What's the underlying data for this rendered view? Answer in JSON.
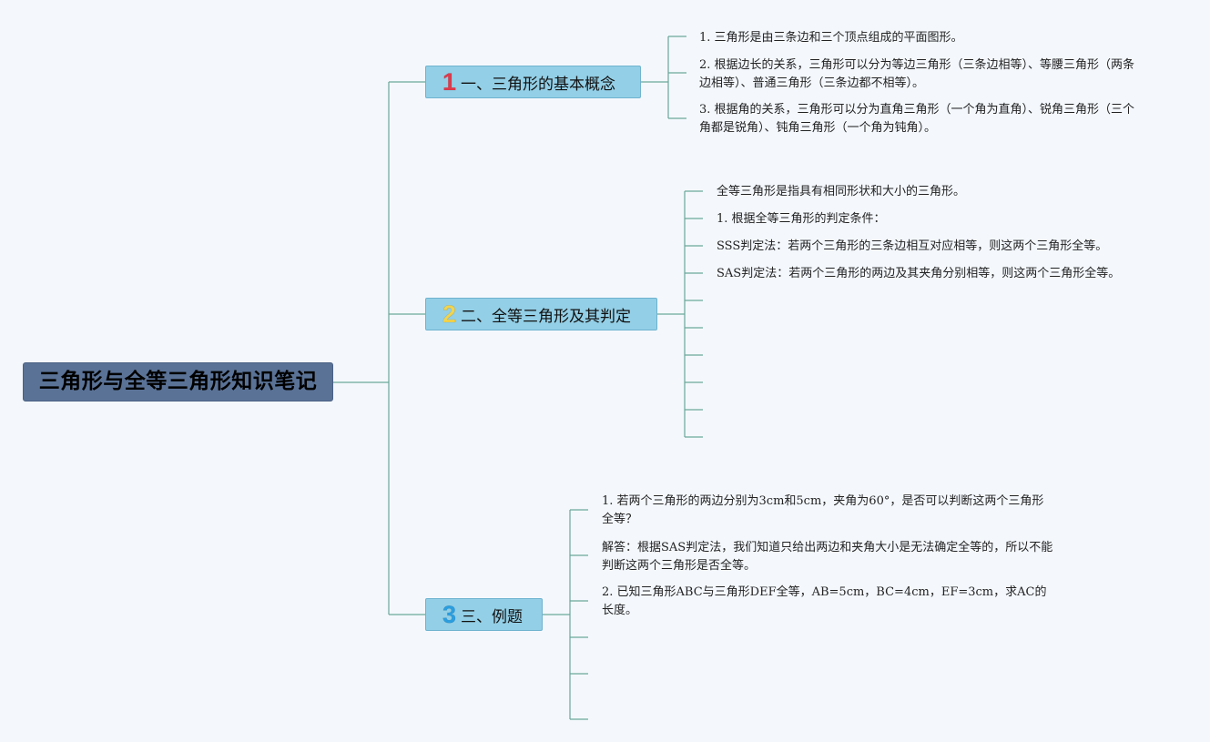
{
  "colors": {
    "background": "#f4f8fd",
    "root_fill": "#5a7296",
    "branch_fill": "#93cfe6",
    "connector": "#6aa79a",
    "num1": "#e03a4c",
    "num2": "#f2d44e",
    "num3": "#2a9ee0"
  },
  "root": {
    "label": "三角形与全等三角形知识笔记"
  },
  "branches": [
    {
      "num": "1",
      "label": "一、三角形的基本概念",
      "icon": "number-1-icon",
      "leaves": [
        "1. 三角形是由三条边和三个顶点组成的平面图形。",
        "2. 根据边长的关系，三角形可以分为等边三角形（三条边相等）、等腰三角形（两条边相等）、普通三角形（三条边都不相等）。",
        "3. 根据角的关系，三角形可以分为直角三角形（一个角为直角）、锐角三角形（三个角都是锐角）、钝角三角形（一个角为钝角）。"
      ]
    },
    {
      "num": "2",
      "label": "二、全等三角形及其判定",
      "icon": "number-2-icon",
      "leaves": [
        "全等三角形是指具有相同形状和大小的三角形。",
        "1. 根据全等三角形的判定条件：",
        "SSS判定法：若两个三角形的三条边相互对应相等，则这两个三角形全等。",
        "SAS判定法：若两个三角形的两边及其夹角分别相等，则这两个三角形全等。"
      ]
    },
    {
      "num": "3",
      "label": "三、例题",
      "icon": "number-3-icon",
      "leaves": [
        "1. 若两个三角形的两边分别为3cm和5cm，夹角为60°，是否可以判断这两个三角形全等？",
        "解答：根据SAS判定法，我们知道只给出两边和夹角大小是无法确定全等的，所以不能判断这两个三角形是否全等。",
        "2. 已知三角形ABC与三角形DEF全等，AB=5cm，BC=4cm，EF=3cm，求AC的长度。"
      ]
    }
  ]
}
